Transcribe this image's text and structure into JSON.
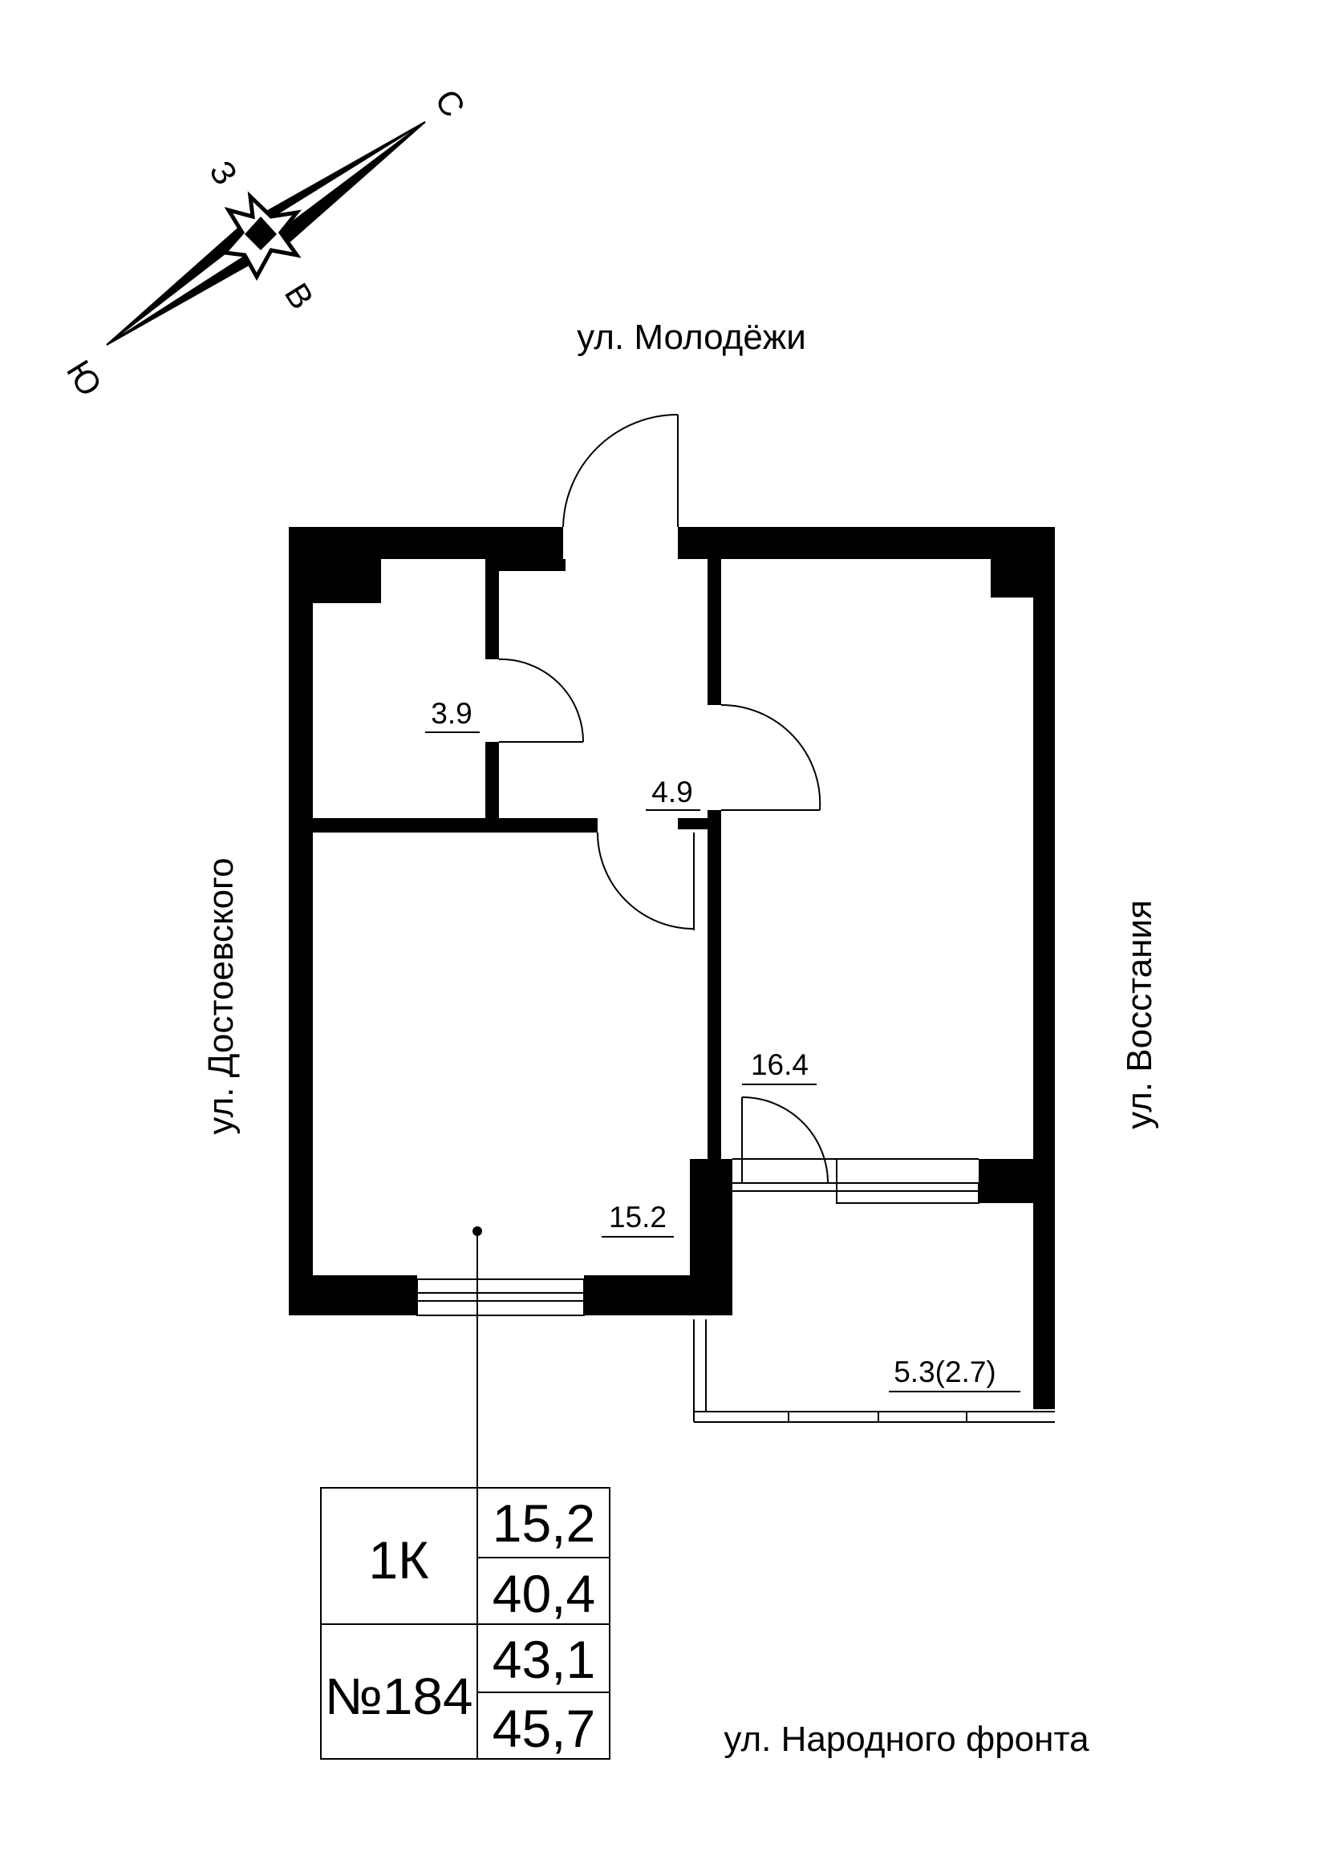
{
  "compass": {
    "north": "С",
    "west": "З",
    "east": "В",
    "south": "Ю"
  },
  "streets": {
    "top": "ул. Молодёжи",
    "left": "ул. Достоевского",
    "right": "ул. Восстания",
    "bottom": "ул. Народного фронта"
  },
  "rooms": {
    "storage": "3.9",
    "hall": "4.9",
    "bedroom": "16.4",
    "living": "15.2",
    "balcony": "5.3(2.7)"
  },
  "summary": {
    "type": "1К",
    "number": "№184",
    "living_area": "15,2",
    "total_area": "40,4",
    "area_3": "43,1",
    "area_4": "45,7"
  },
  "colors": {
    "wall": "#000000",
    "background": "#ffffff"
  }
}
